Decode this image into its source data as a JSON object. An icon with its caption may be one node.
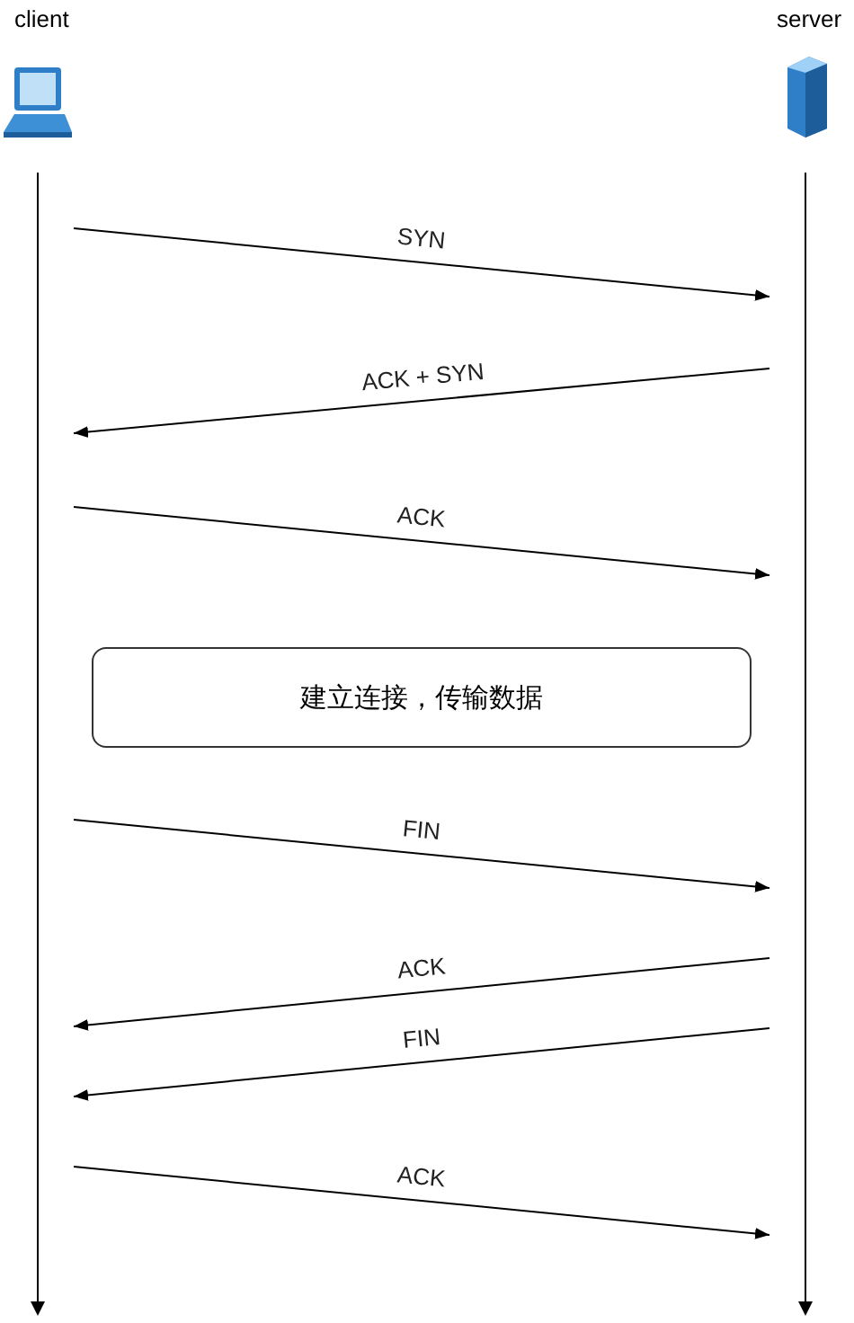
{
  "diagram": {
    "nodes": [
      {
        "text": [
          "client"
        ]
      },
      {
        "text": [
          "server"
        ]
      },
      {
        "text": [
          "建立连接，传输数据"
        ]
      }
    ],
    "edges": [
      {
        "from": 0,
        "to": 1,
        "arrow": "to",
        "label": "SYN"
      },
      {
        "from": 1,
        "to": 0,
        "arrow": "to",
        "label": "ACK + SYN"
      },
      {
        "from": 0,
        "to": 1,
        "arrow": "to",
        "label": "ACK"
      },
      {
        "from": 0,
        "to": 1,
        "arrow": "to",
        "label": "FIN"
      },
      {
        "from": 1,
        "to": 0,
        "arrow": "to",
        "label": "ACK"
      },
      {
        "from": 1,
        "to": 0,
        "arrow": "to",
        "label": "FIN"
      },
      {
        "from": 0,
        "to": 1,
        "arrow": "to",
        "label": "ACK"
      }
    ]
  }
}
